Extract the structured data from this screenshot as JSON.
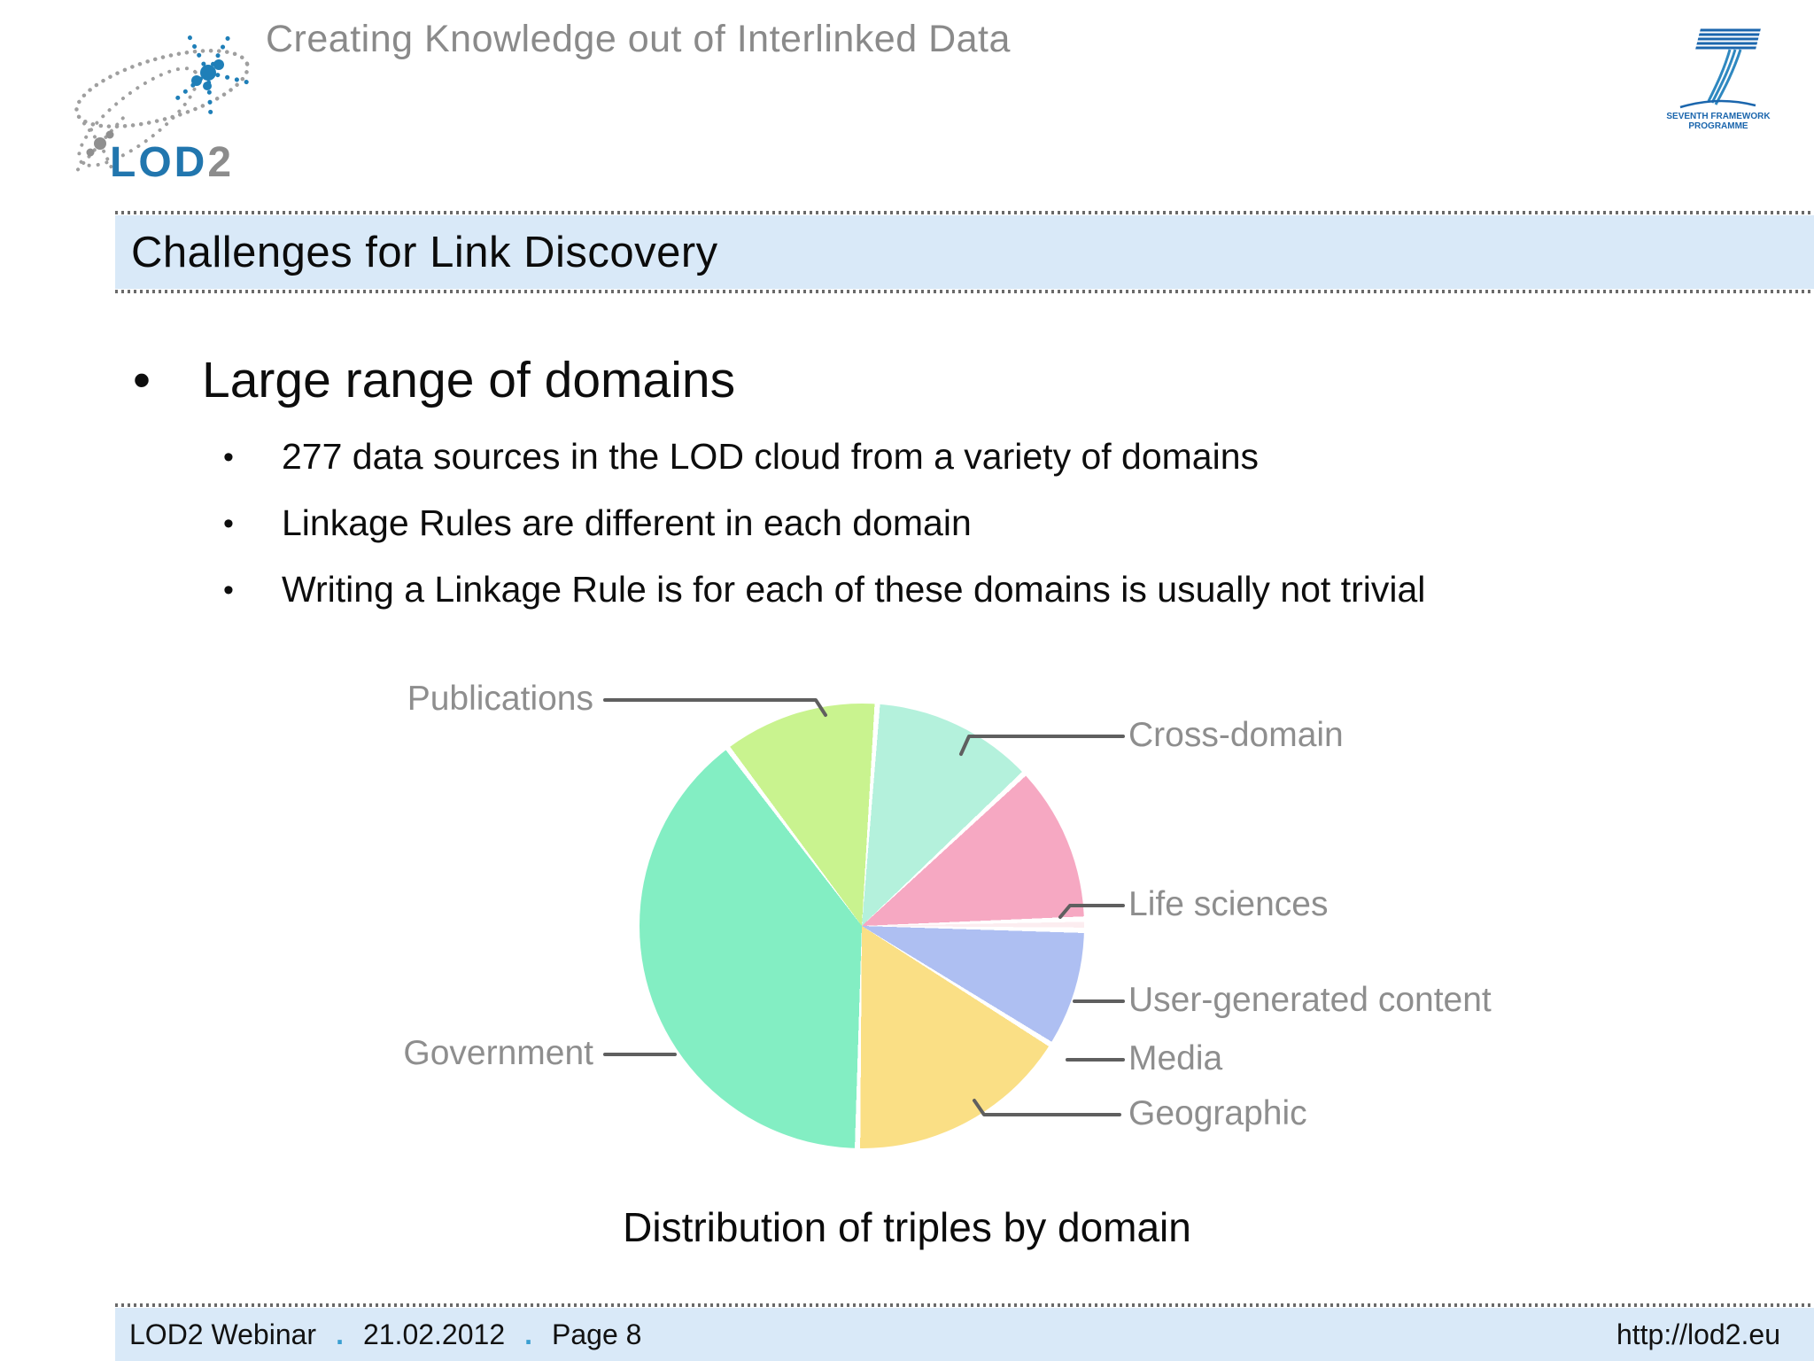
{
  "header": {
    "tagline": "Creating Knowledge out of Interlinked Data",
    "logo": {
      "text_blue": "LOD",
      "text_gray": "2"
    },
    "fp7": {
      "line1": "SEVENTH FRAMEWORK",
      "line2": "PROGRAMME"
    }
  },
  "title_bar": {
    "title": "Challenges for Link Discovery",
    "bg_color": "#d9e9f8"
  },
  "content": {
    "bullet_main": "Large range of domains",
    "sub_bullets": [
      "277 data sources in the LOD cloud from a variety of domains",
      "Linkage Rules are different in each domain",
      "Writing a Linkage Rule is for each of these domains is usually not trivial"
    ]
  },
  "chart_data": {
    "type": "pie",
    "title": "Distribution of triples by domain",
    "legend_position": "callout-labels",
    "start_angle_deg": 4,
    "gap_deg": 1.4,
    "segments": [
      {
        "label": "Cross-domain",
        "percent": 11.9,
        "color": "#b4f1dc",
        "side": "right"
      },
      {
        "label": "Life sciences",
        "percent": 11.5,
        "color": "#f6a8c2",
        "side": "right"
      },
      {
        "label": "User-generated content",
        "percent": 0.8,
        "color": "#fcedf0",
        "side": "right"
      },
      {
        "label": "Media",
        "percent": 8.6,
        "color": "#aebff2",
        "side": "right"
      },
      {
        "label": "Geographic",
        "percent": 16.4,
        "color": "#fadf85",
        "side": "right"
      },
      {
        "label": "Government",
        "percent": 39.4,
        "color": "#83eec3",
        "side": "left"
      },
      {
        "label": "Publications",
        "percent": 11.4,
        "color": "#c9f38f",
        "side": "left"
      }
    ]
  },
  "footer": {
    "left_items": [
      "LOD2 Webinar",
      "21.02.2012",
      "Page 8"
    ],
    "separator": ".",
    "right": "http://lod2.eu"
  }
}
